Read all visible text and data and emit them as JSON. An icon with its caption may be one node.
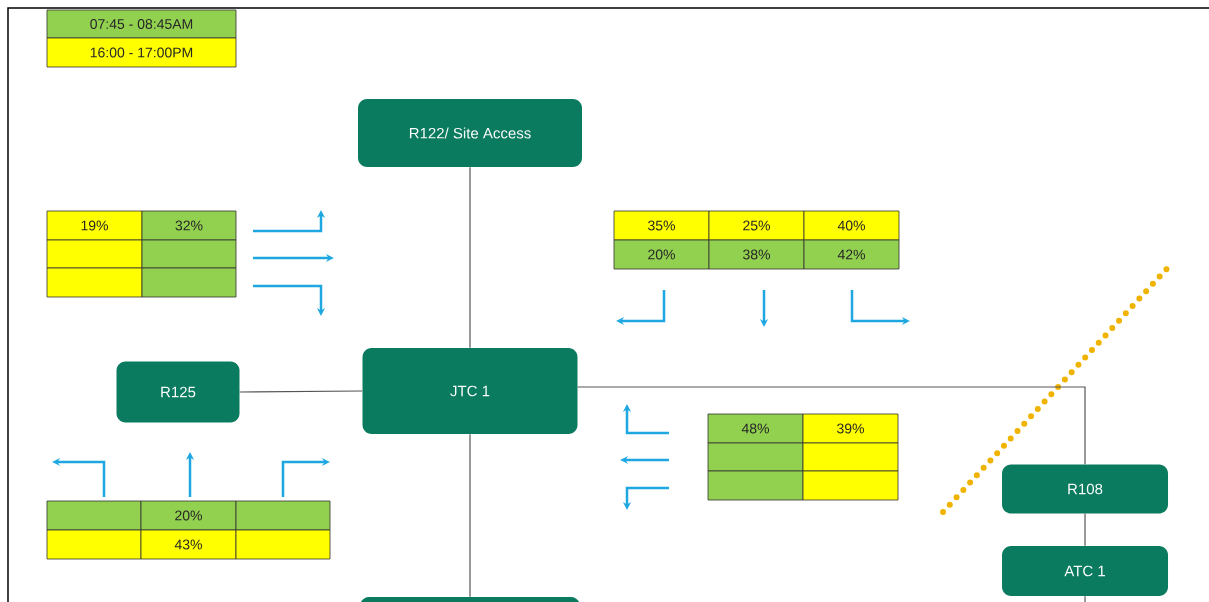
{
  "diagram": {
    "nodes": [
      {
        "text": [
          "R122/ Site Access"
        ]
      },
      {
        "text": [
          "R125"
        ]
      },
      {
        "text": [
          "JTC 1"
        ]
      },
      {
        "text": [
          "R108"
        ]
      },
      {
        "text": [
          "ATC 1"
        ]
      },
      {
        "text": [],
        "shape": "box"
      }
    ],
    "edges": [
      {
        "from": 0,
        "to": 2,
        "arrow": "none"
      },
      {
        "from": 1,
        "to": 2,
        "arrow": "none"
      },
      {
        "from": 2,
        "to": 3,
        "arrow": "none"
      },
      {
        "from": 3,
        "to": 4,
        "arrow": "none"
      },
      {
        "from": 2,
        "to": 5,
        "arrow": "none"
      },
      {
        "from": 4,
        "to": null,
        "arrow": "none"
      }
    ],
    "labels": [
      "19%",
      "32%",
      "35%",
      "25%",
      "40%",
      "20%",
      "38%",
      "42%",
      "48%",
      "39%",
      "20%",
      "43%"
    ],
    "legend": [
      {
        "text": "07:45 - 08:45AM",
        "color": "#92d050"
      },
      {
        "text": "16:00 - 17:00PM",
        "color": "#ffff00"
      }
    ]
  }
}
